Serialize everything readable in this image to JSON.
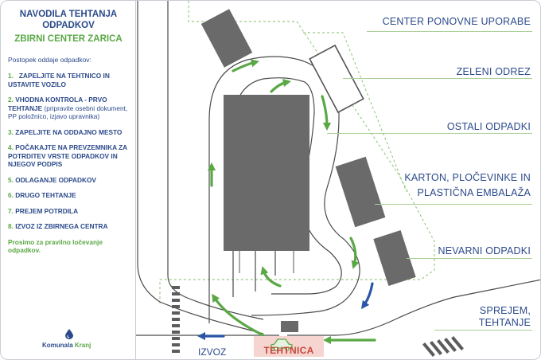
{
  "sidebar": {
    "title_line1": "NAVODILA TEHTANJA",
    "title_line2": "ODPADKOV",
    "subtitle": "ZBIRNI CENTER ZARICA",
    "intro": "Postopek oddaje odpadkov:",
    "steps": [
      {
        "n": "1.",
        "text": "ZAPELJITE NA TEHTNICO IN USTAVITE VOZILO",
        "sub": ""
      },
      {
        "n": "2.",
        "text": "VHODNA KONTROLA - PRVO TEHTANJE",
        "sub": "(pripravite osebni dokument, PP položnico, izjavo upravnika)"
      },
      {
        "n": "3.",
        "text": "ZAPELJITE NA ODDAJNO MESTO",
        "sub": ""
      },
      {
        "n": "4.",
        "text": "POČAKAJTE NA PREVZEMNIKA ZA POTRDITEV VRSTE ODPADKOV IN NJEGOV PODPIS",
        "sub": ""
      },
      {
        "n": "5.",
        "text": "ODLAGANJE ODPADKOV",
        "sub": ""
      },
      {
        "n": "6.",
        "text": "DRUGO TEHTANJE",
        "sub": ""
      },
      {
        "n": "7.",
        "text": "PREJEM POTRDILA",
        "sub": ""
      },
      {
        "n": "8.",
        "text": "IZVOZ IZ ZBIRNEGA CENTRA",
        "sub": ""
      }
    ],
    "note": "Prosimo za pravilno ločevanje odpadkov.",
    "logo_part1": "Komunala",
    "logo_part2": "Kranj"
  },
  "map": {
    "labels": {
      "reuse": "CENTER PONOVNE UPORABE",
      "green": "ZELENI ODREZ",
      "other": "OSTALI ODPADKI",
      "cardboard_line1": "KARTON, PLOČEVINKE IN",
      "cardboard_line2": "PLASTIČNA EMBALAŽA",
      "hazardous": "NEVARNI ODPADKI",
      "reception_line1": "SPREJEM,",
      "reception_line2": "TEHTANJE",
      "exit": "IZVOZ",
      "scale": "TEHTNICA"
    },
    "icons": [
      "car-icon",
      "arrow-icon",
      "water-drop-icon"
    ],
    "colors": {
      "navy": "#2b4a8b",
      "green": "#5aa845",
      "building": "#6a6a6a",
      "scale_zone": "#f6d5d1",
      "scale_text": "#c6473b",
      "direction_blue": "#2b56a8"
    }
  }
}
